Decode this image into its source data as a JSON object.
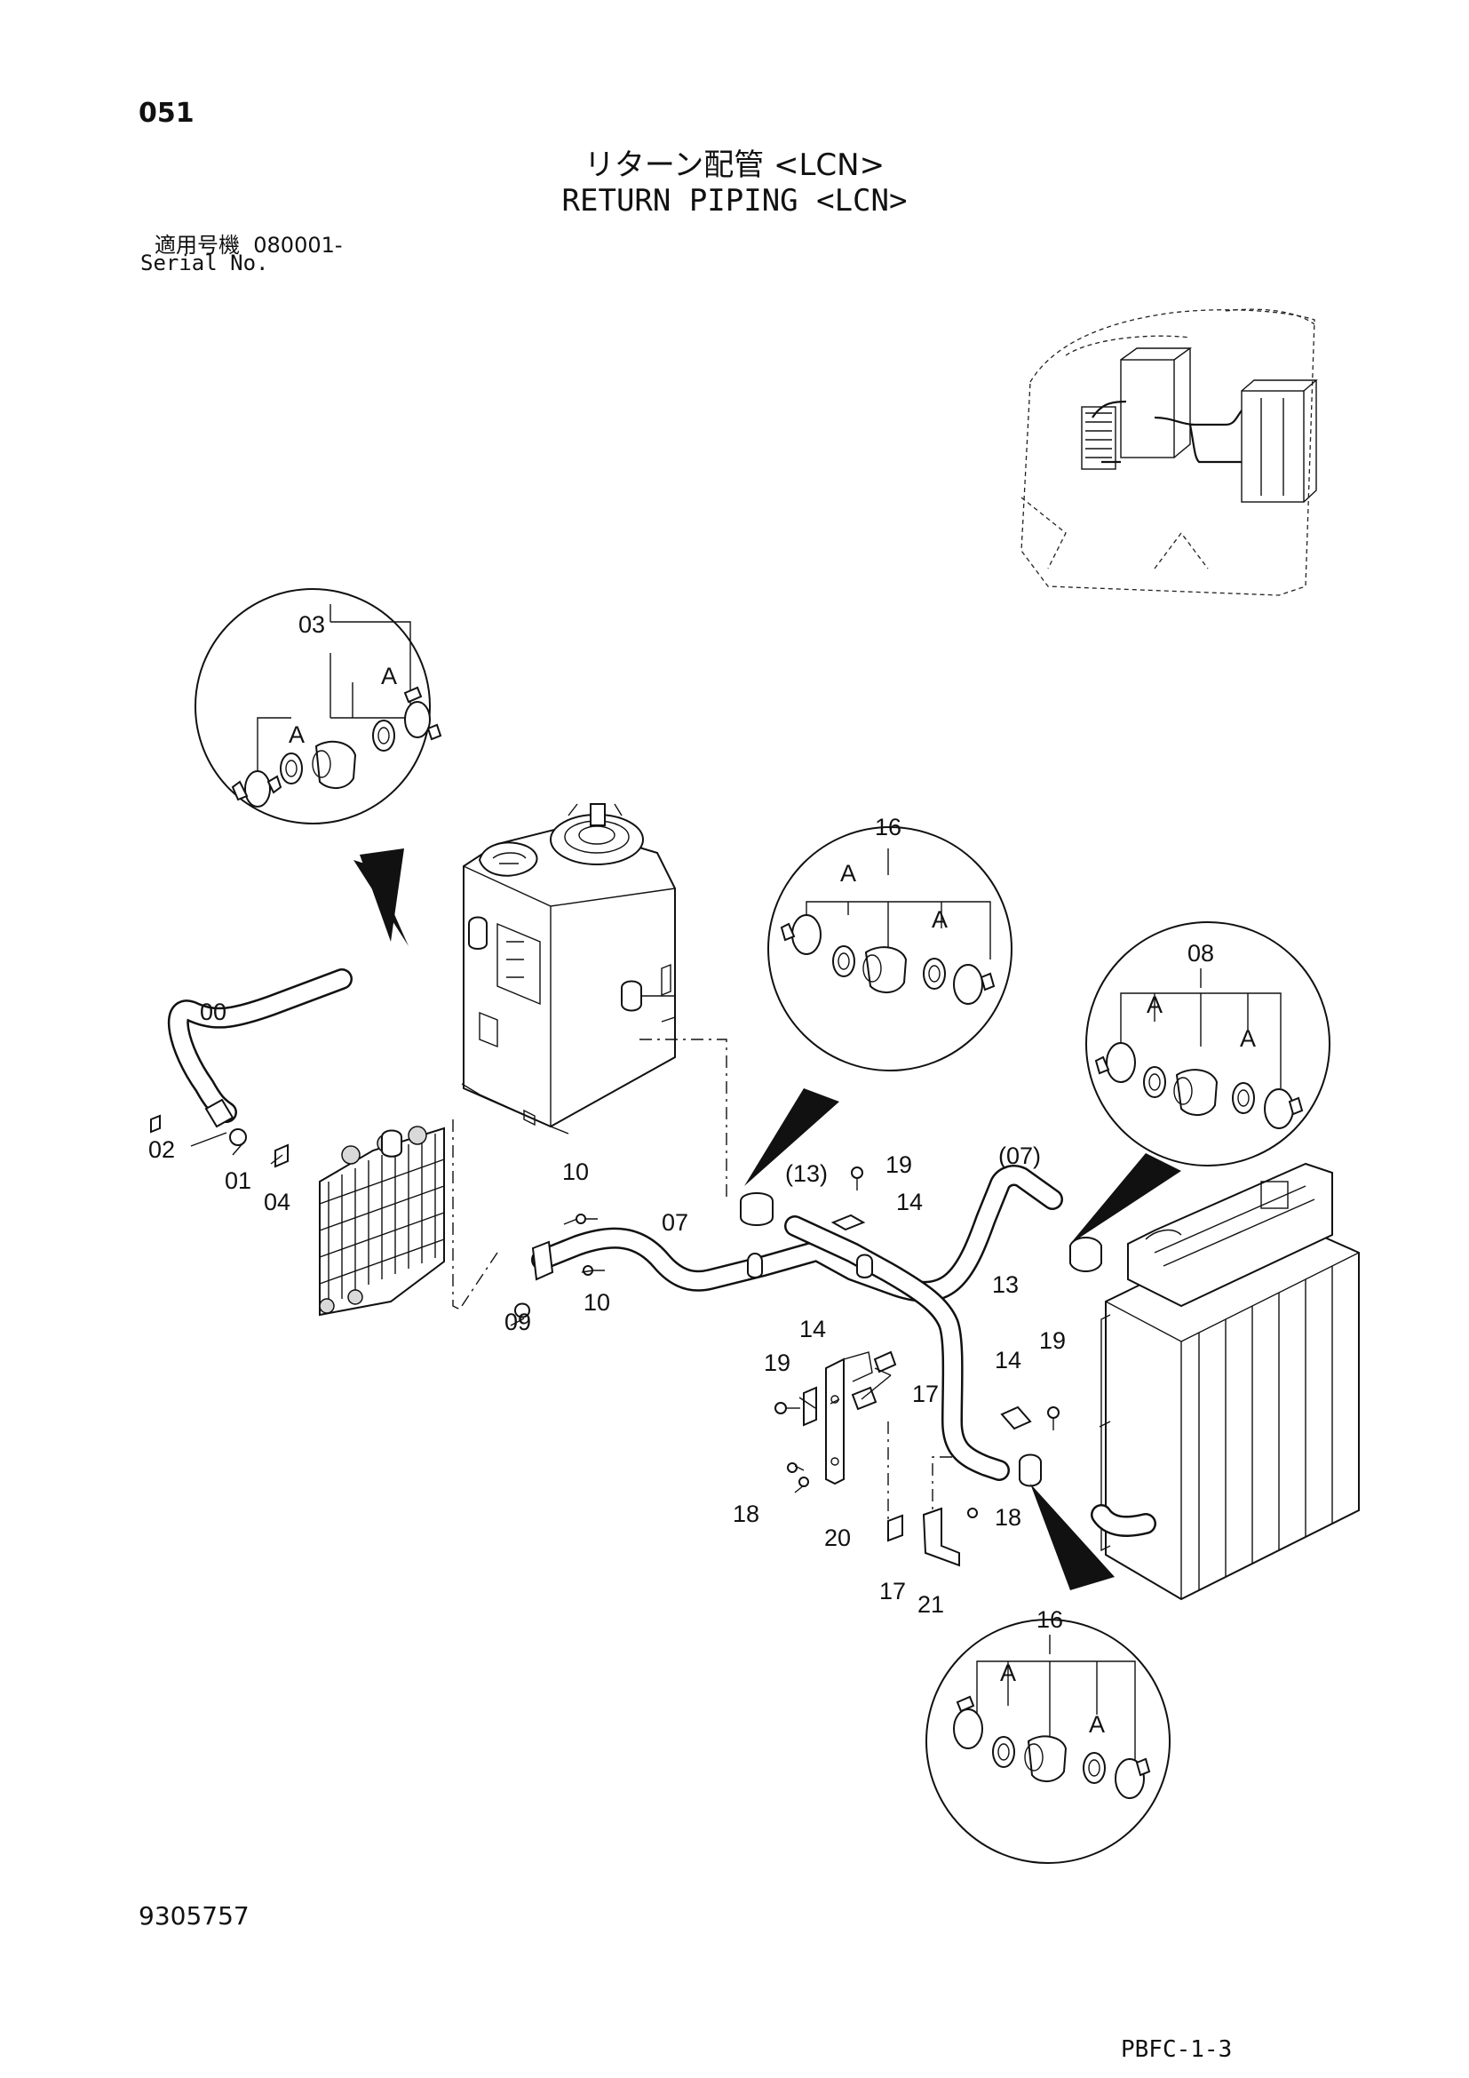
{
  "header": {
    "page_number": "051",
    "title_jp": "リターン配管 <LCN>",
    "title_en": "RETURN PIPING <LCN>",
    "serial_label_jp": "適用号機",
    "serial_value": "080001-",
    "serial_label_en": "Serial No."
  },
  "footer": {
    "document_number": "9305757",
    "page_code": "PBFC-1-3"
  },
  "detail_views": [
    {
      "name": "detail-03",
      "part_label": "03",
      "sub_labels": [
        "A",
        "A"
      ]
    },
    {
      "name": "detail-16-upper",
      "part_label": "16",
      "sub_labels": [
        "A",
        "A"
      ]
    },
    {
      "name": "detail-08",
      "part_label": "08",
      "sub_labels": [
        "A",
        "A"
      ]
    },
    {
      "name": "detail-16-lower",
      "part_label": "16",
      "sub_labels": [
        "A",
        "A"
      ]
    }
  ],
  "callouts": [
    {
      "text": "00"
    },
    {
      "text": "02"
    },
    {
      "text": "01"
    },
    {
      "text": "04"
    },
    {
      "text": "10"
    },
    {
      "text": "07"
    },
    {
      "text": "09"
    },
    {
      "text": "10"
    },
    {
      "text": "(13)"
    },
    {
      "text": "19"
    },
    {
      "text": "14"
    },
    {
      "text": "(07)"
    },
    {
      "text": "13"
    },
    {
      "text": "14"
    },
    {
      "text": "19"
    },
    {
      "text": "17"
    },
    {
      "text": "14"
    },
    {
      "text": "19"
    },
    {
      "text": "18"
    },
    {
      "text": "20"
    },
    {
      "text": "18"
    },
    {
      "text": "17"
    },
    {
      "text": "21"
    }
  ]
}
